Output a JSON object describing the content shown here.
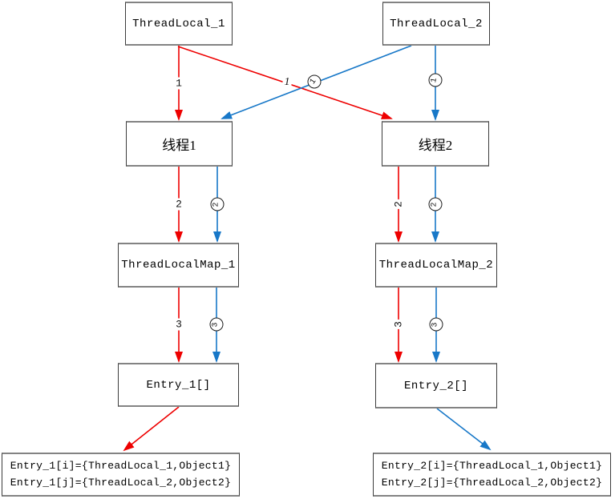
{
  "diagram": {
    "colors": {
      "red_edge": "#ee0000",
      "blue_edge": "#1878c8",
      "box_border": "#838383",
      "text": "#000000"
    },
    "nodes": {
      "threadlocal1": {
        "label": "ThreadLocal_1"
      },
      "threadlocal2": {
        "label": "ThreadLocal_2"
      },
      "thread1": {
        "label": "线程1"
      },
      "thread2": {
        "label": "线程2"
      },
      "map1": {
        "label": "ThreadLocalMap_1"
      },
      "map2": {
        "label": "ThreadLocalMap_2"
      },
      "entry1": {
        "label": "Entry_1[]"
      },
      "entry2": {
        "label": "Entry_2[]"
      },
      "entry1_detail": {
        "lines": [
          "Entry_1[i]={ThreadLocal_1,Object1}",
          "Entry_1[j]={ThreadLocal_2,Object2}"
        ]
      },
      "entry2_detail": {
        "lines": [
          "Entry_2[i]={ThreadLocal_1,Object1}",
          "Entry_2[j]={ThreadLocal_2,Object2}"
        ]
      }
    },
    "edge_labels": {
      "red_step1_left": "1",
      "red_step1_cross": "1",
      "blue_step1_cross": "1",
      "blue_step1_right": "1",
      "red_step2_left": "2",
      "blue_step2_left": "2",
      "red_step2_right": "2",
      "blue_step2_right": "2",
      "red_step3_left": "3",
      "blue_step3_left": "3",
      "red_step3_right": "3",
      "blue_step3_right": "3"
    }
  }
}
